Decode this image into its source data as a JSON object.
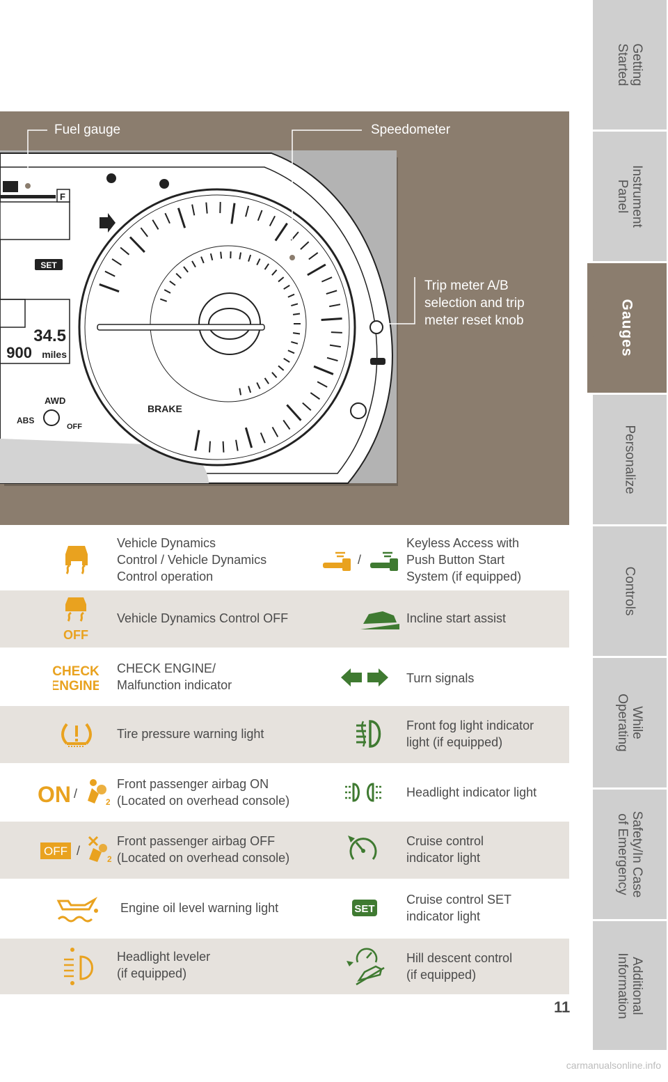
{
  "sidebar": {
    "tabs": [
      {
        "label": "Getting\nStarted"
      },
      {
        "label": "Instrument\nPanel"
      },
      {
        "label": "Gauges"
      },
      {
        "label": "Personalize"
      },
      {
        "label": "Controls"
      },
      {
        "label": "While\nOperating"
      },
      {
        "label": "Safety/In Case\nof Emergency"
      },
      {
        "label": "Additional\nInformation"
      }
    ],
    "active_tab": "Gauges"
  },
  "hero": {
    "callouts": {
      "fuel_gauge": "Fuel gauge",
      "speedometer": "Speedometer",
      "trip_meter": "Trip meter A/B\nselection and trip\nmeter reset knob"
    },
    "cluster": {
      "trip_value": "34.5",
      "odometer_value": "900",
      "odometer_unit": "miles",
      "fuel_full_mark": "F",
      "set_label": "SET",
      "brake_label": "BRAKE",
      "awd_label": "AWD",
      "abs_label": "ABS",
      "off_label": "OFF"
    }
  },
  "legend": {
    "rows": [
      {
        "left": "Vehicle Dynamics\nControl / Vehicle Dynamics\nControl operation",
        "right": "Keyless Access with\nPush Button Start\nSystem (if equipped)",
        "separator": "/"
      },
      {
        "left": "Vehicle Dynamics Control OFF",
        "right": "Incline start assist"
      },
      {
        "left": "CHECK ENGINE/\nMalfunction indicator",
        "right": "Turn signals"
      },
      {
        "left": "Tire pressure warning light",
        "right": "Front fog light indicator\nlight (if equipped)"
      },
      {
        "left": "Front passenger airbag ON\n(Located on overhead console)",
        "right": "Headlight indicator light"
      },
      {
        "left": "Front passenger airbag OFF\n(Located on overhead console)",
        "right": "Cruise control\nindicator light"
      },
      {
        "left": " Engine oil level warning light",
        "right": "Cruise control SET\nindicator light"
      },
      {
        "left": "Headlight leveler\n(if equipped)",
        "right": "Hill descent control\n(if equipped)"
      }
    ],
    "icon_text": {
      "check": "CHECK",
      "engine": "ENGINE",
      "on": "ON",
      "off_box": "OFF",
      "off_vdc": "OFF",
      "set": "SET",
      "slash": "/",
      "two": "2"
    }
  },
  "page_number": "11",
  "footer_watermark": "carmanualsonline.info",
  "colors": {
    "panel": "#8b7d6e",
    "amber": "#e9a21f",
    "green": "#3f7a31",
    "row_shade": "#e6e2dd",
    "tab_gray": "#cfcfcf"
  }
}
